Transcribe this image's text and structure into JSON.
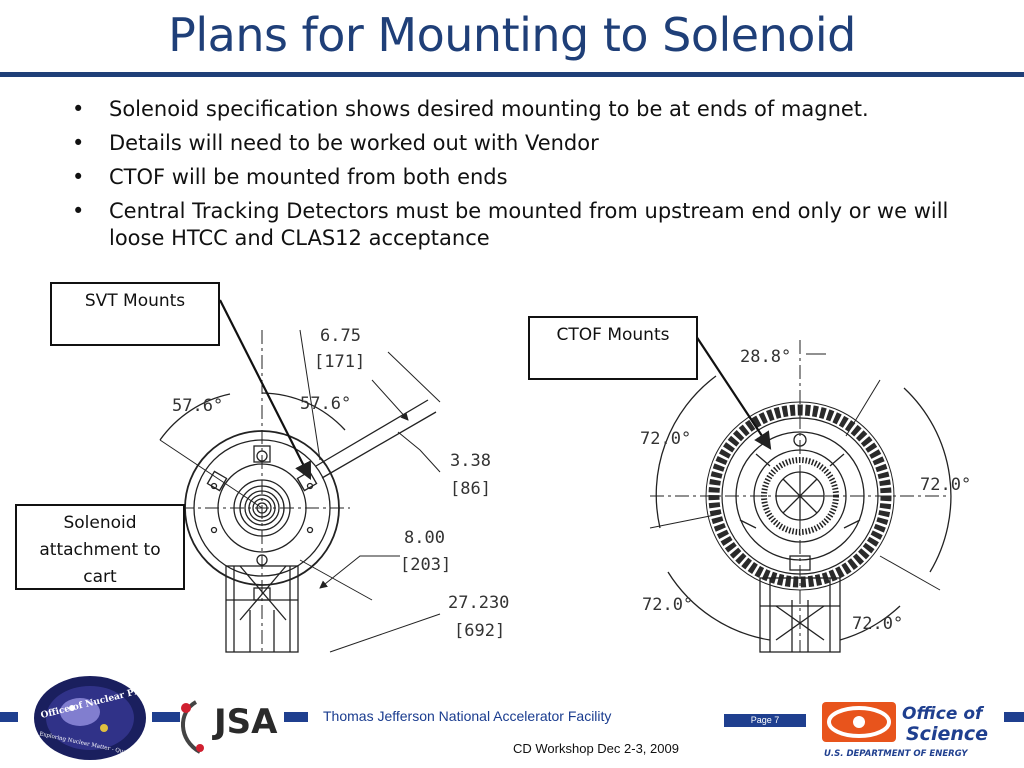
{
  "slide": {
    "title": "Plans for Mounting to Solenoid",
    "bullets": [
      "Solenoid specification shows desired mounting to be at ends of magnet.",
      "Details will need to be worked out with Vendor",
      "CTOF will be mounted from both ends",
      "Central Tracking Detectors must be mounted from upstream end only or we will loose HTCC and CLAS12 acceptance"
    ]
  },
  "callouts": {
    "svt": "SVT Mounts",
    "ctof": "CTOF Mounts",
    "solenoid": "Solenoid attachment to cart"
  },
  "left_drawing": {
    "dim_675": "6.75",
    "dim_171": "[171]",
    "dim_576_left": "57.6°",
    "dim_576_right": "57.6°",
    "dim_338": "3.38",
    "dim_86": "[86]",
    "dim_800": "8.00",
    "dim_203": "[203]",
    "dim_27230": "27.230",
    "dim_692": "[692]"
  },
  "right_drawing": {
    "dim_288": "28.8°",
    "dim_72_upper_left": "72.0°",
    "dim_72_right": "72.0°",
    "dim_72_lower_left": "72.0°",
    "dim_72_lower_right": "72.0°"
  },
  "footer": {
    "organization": "Thomas Jefferson National Accelerator Facility",
    "event": "CD Workshop Dec 2-3, 2009",
    "page": "Page 7",
    "logo_nuclear_physics": "Office of Nuclear Physics",
    "logo_nuclear_physics_motto": "Exploring Nuclear Matter - Quarks to Stars",
    "logo_jsa": "JSA",
    "logo_office_line1": "Office of",
    "logo_office_line2": "Science",
    "logo_doe": "U.S. DEPARTMENT OF ENERGY"
  },
  "colors": {
    "title": "#1f3f78",
    "footer_blue": "#1f3f8f",
    "jsa_red": "#d02030",
    "science_orange": "#e8541c"
  }
}
